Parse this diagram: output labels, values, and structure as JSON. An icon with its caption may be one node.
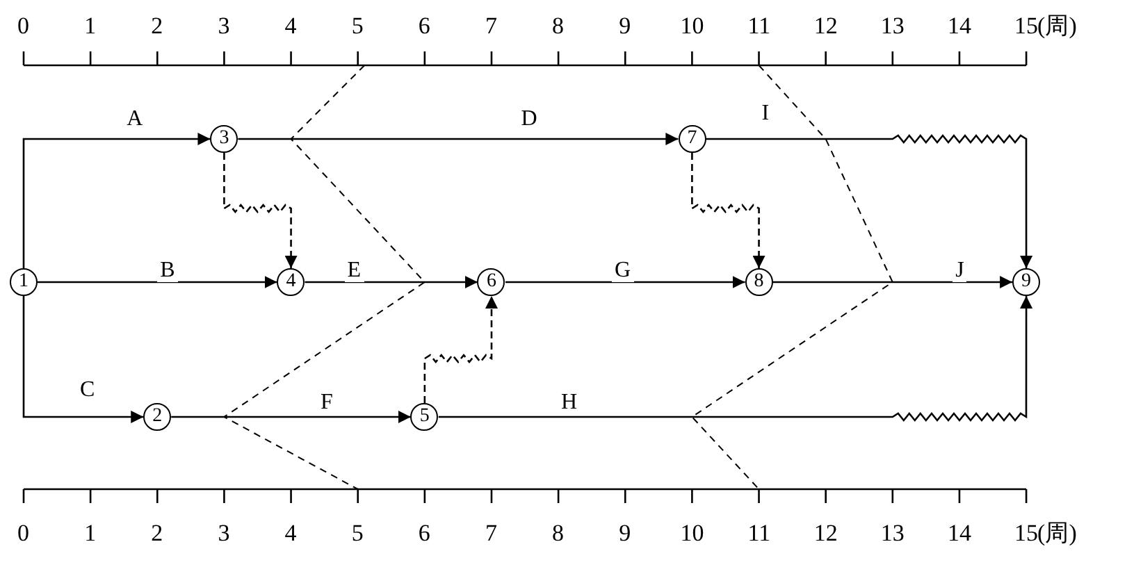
{
  "diagram": {
    "nodes": [
      {
        "text": [
          "1"
        ]
      },
      {
        "text": [
          "2"
        ]
      },
      {
        "text": [
          "3"
        ]
      },
      {
        "text": [
          "4"
        ]
      },
      {
        "text": [
          "5"
        ]
      },
      {
        "text": [
          "6"
        ]
      },
      {
        "text": [
          "7"
        ]
      },
      {
        "text": [
          "8"
        ]
      },
      {
        "text": [
          "9"
        ]
      }
    ],
    "edges": [
      {
        "from": 0,
        "to": 2,
        "arrow": "to",
        "label": "A"
      },
      {
        "from": 0,
        "to": 3,
        "arrow": "to",
        "label": "B"
      },
      {
        "from": 0,
        "to": 1,
        "arrow": "to",
        "label": "C"
      },
      {
        "from": 2,
        "to": 6,
        "arrow": "to",
        "label": "D"
      },
      {
        "from": 2,
        "to": 3,
        "arrow": "to",
        "style": "dashed"
      },
      {
        "from": 3,
        "to": 5,
        "arrow": "to",
        "label": "E"
      },
      {
        "from": 1,
        "to": 4,
        "arrow": "to",
        "label": "F"
      },
      {
        "from": 6,
        "to": 8,
        "arrow": "to",
        "label": "I"
      },
      {
        "from": 6,
        "to": 7,
        "arrow": "to",
        "style": "dashed"
      },
      {
        "from": 5,
        "to": 7,
        "arrow": "to",
        "label": "G"
      },
      {
        "from": 4,
        "to": 5,
        "arrow": "to",
        "style": "dashed"
      },
      {
        "from": 4,
        "to": 8,
        "arrow": "to",
        "label": "H"
      },
      {
        "from": 7,
        "to": 8,
        "arrow": "to",
        "label": "J"
      }
    ],
    "labels": [
      "0",
      "1",
      "2",
      "3",
      "4",
      "5",
      "6",
      "7",
      "8",
      "9",
      "10",
      "11",
      "12",
      "13",
      "14",
      "15",
      "(周)",
      "0",
      "1",
      "2",
      "3",
      "4",
      "5",
      "6",
      "7",
      "8",
      "9",
      "10",
      "11",
      "12",
      "13",
      "14",
      "15",
      "(周)"
    ]
  }
}
